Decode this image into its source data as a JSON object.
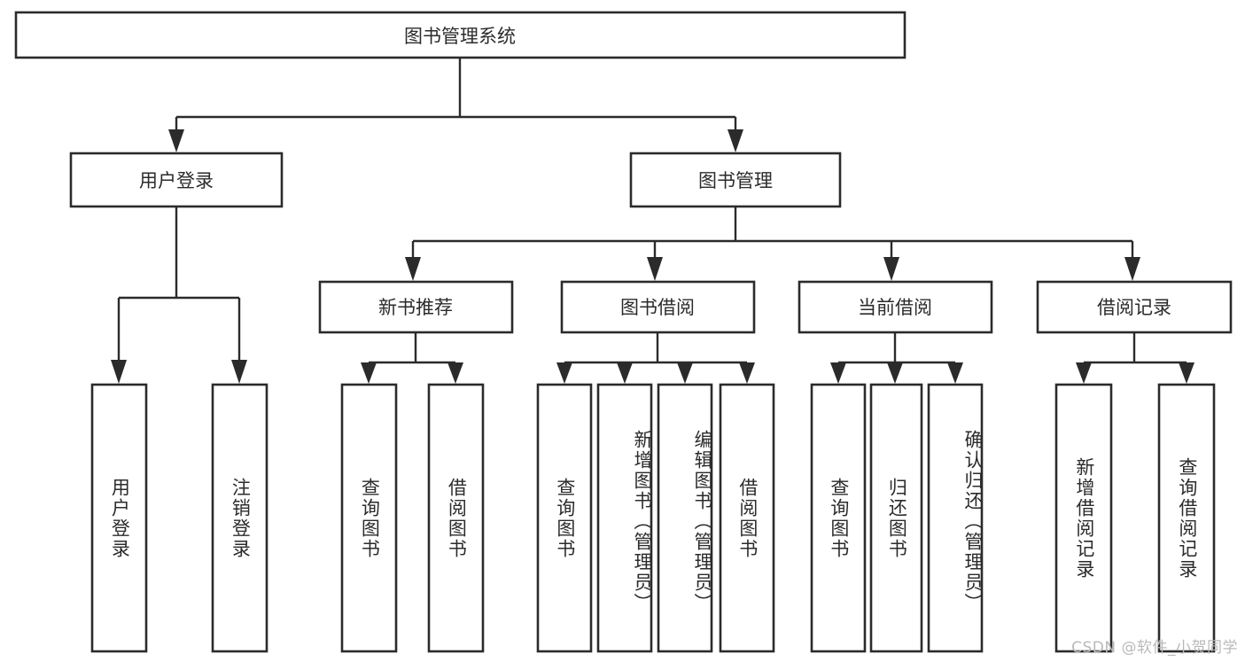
{
  "diagram": {
    "title": "图书管理系统",
    "type": "hierarchy-tree",
    "background_color": "#ffffff",
    "line_color": "#2b2b2b",
    "box_fill": "#ffffff"
  },
  "root": {
    "label": "图书管理系统"
  },
  "level2": [
    {
      "label": "用户登录"
    },
    {
      "label": "图书管理"
    }
  ],
  "level3": [
    {
      "label": "新书推荐"
    },
    {
      "label": "图书借阅"
    },
    {
      "label": "当前借阅"
    },
    {
      "label": "借阅记录"
    }
  ],
  "leaves": {
    "user_login": [
      {
        "label": "用户登录"
      },
      {
        "label": "注销登录"
      }
    ],
    "new_book_recommend": [
      {
        "label": "查询图书"
      },
      {
        "label": "借阅图书"
      }
    ],
    "book_borrow": [
      {
        "label": "查询图书"
      },
      {
        "label": "新增图书（管理员）"
      },
      {
        "label": "编辑图书（管理员）"
      },
      {
        "label": "借阅图书"
      }
    ],
    "current_borrow": [
      {
        "label": "查询图书"
      },
      {
        "label": "归还图书"
      },
      {
        "label": "确认归还（管理员）"
      }
    ],
    "borrow_record": [
      {
        "label": "新增借阅记录"
      },
      {
        "label": "查询借阅记录"
      }
    ]
  },
  "watermark": {
    "text": "CSDN @软件_小贺同学"
  }
}
